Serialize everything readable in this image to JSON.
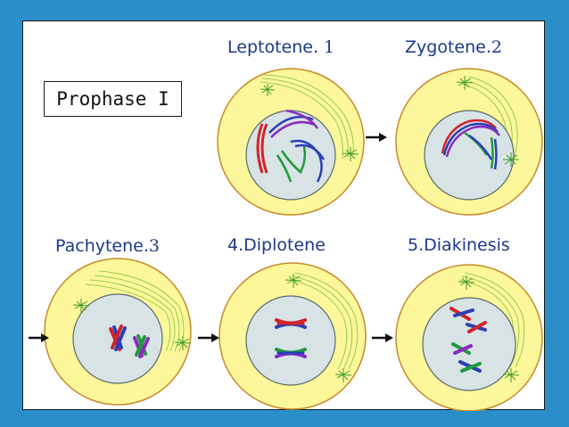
{
  "title": "Prophase I",
  "stages": [
    {
      "id": "leptotene",
      "name": "Leptotene.",
      "number": "1"
    },
    {
      "id": "zygotene",
      "name": "Zygotene.",
      "number": "2"
    },
    {
      "id": "pachytene",
      "name": "Pachytene.",
      "number": "3"
    },
    {
      "id": "diplotene",
      "number": "4.",
      "name": "Diplotene"
    },
    {
      "id": "diakinesis",
      "number": "5.",
      "name": "Diakinesis"
    }
  ],
  "colors": {
    "frame": "#2a8fc8",
    "cytoplasm": "#fbf79a",
    "cell_outline": "#c98a2a",
    "nucleus": "#d7e3e5",
    "spindle": "#7ec23a",
    "red": "#d2232a",
    "blue": "#2b3fb5",
    "green": "#1f9a3a",
    "purple": "#8a2bc0",
    "label": "#1b3a8a"
  },
  "icons": [
    "arrow-right-icon",
    "centrosome-icon"
  ]
}
